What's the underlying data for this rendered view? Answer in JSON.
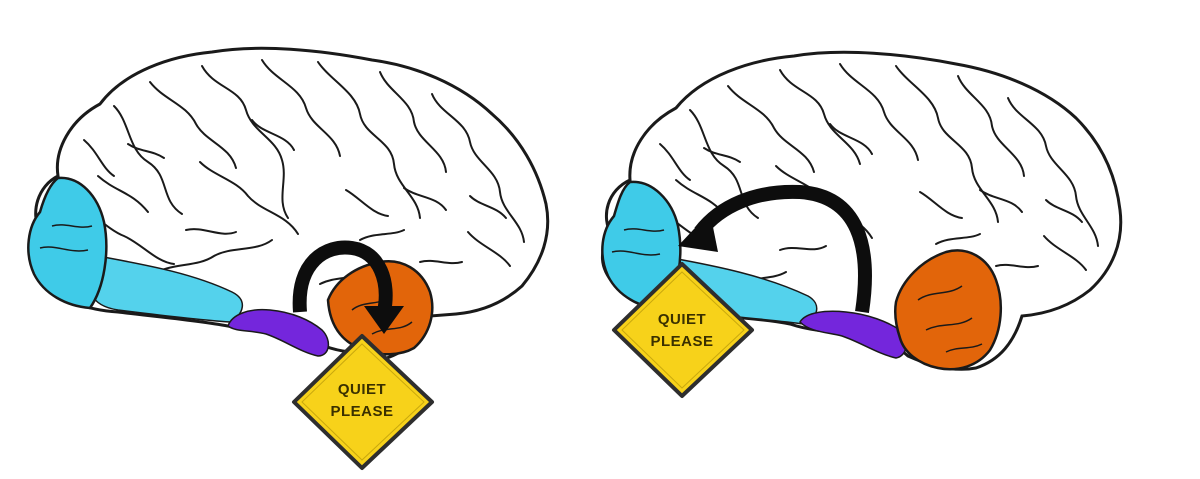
{
  "colors": {
    "background": "#ffffff",
    "outline": "#1a1a1a",
    "occipital": "#3fcbe8",
    "occipital_band": "#54d2ec",
    "limbic": "#7426dc",
    "temporal": "#e2650a",
    "arrow": "#0d0d0d",
    "sign_fill": "#f7d21a",
    "sign_border": "#2e2e2e"
  },
  "panels": [
    {
      "sign": {
        "line1": "QUIET",
        "line2": "PLEASE"
      },
      "arrow_icon": "curved-arrow-short"
    },
    {
      "sign": {
        "line1": "QUIET",
        "line2": "PLEASE"
      },
      "arrow_icon": "curved-arrow-long"
    }
  ]
}
